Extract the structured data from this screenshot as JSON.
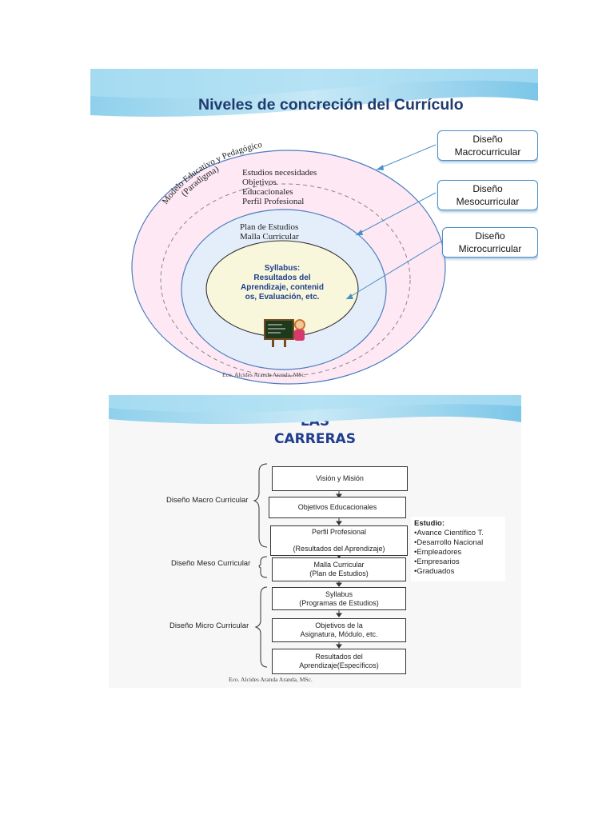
{
  "slide1": {
    "title": "Niveles de concreción del Currículo",
    "arc_label_1": "Modelo Educativo y Pedagógico",
    "arc_label_2": "(Paradigma)",
    "macro_lines": [
      "Estudios necesidades",
      "Objetivos",
      "Educacionales",
      "Perfil Profesional"
    ],
    "meso_lines": [
      "Plan de Estudios",
      "Malla Curricular"
    ],
    "micro_lines": [
      "Syllabus:",
      "Resultados del",
      "Aprendizaje, contenid",
      "os, Evaluación, etc."
    ],
    "callouts": [
      {
        "line1": "Diseño",
        "line2": "Macrocurricular"
      },
      {
        "line1": "Diseño",
        "line2": "Mesocurricular"
      },
      {
        "line1": "Diseño",
        "line2": "Microcurricular"
      }
    ],
    "credit": "Eco. Alcides Aranda Aranda, MSc."
  },
  "slide2": {
    "title_line1": "ASPECTOS CLAVES DEL REDISEÑO CURRICULAR DE LAS",
    "title_line2": "CARRERAS",
    "levels": [
      "Diseño Macro Curricular",
      "Diseño Meso Curricular",
      "Diseño Micro Curricular"
    ],
    "boxes": [
      {
        "line1": "Visión y Misión",
        "line2": ""
      },
      {
        "line1": "Objetivos Educacionales",
        "line2": ""
      },
      {
        "line1": "Perfil Profesional",
        "line2": "(Resultados del Aprendizaje)"
      },
      {
        "line1": "Malla Curricular",
        "line2": "(Plan de Estudios)"
      },
      {
        "line1": "Syllabus",
        "line2": "(Programas de Estudios)"
      },
      {
        "line1": "Objetivos de la",
        "line2": "Asignatura, Módulo, etc."
      },
      {
        "line1": "Resultados del",
        "line2": "Aprendizaje(Específicos)"
      }
    ],
    "estudio": {
      "heading": "Estudio:",
      "items": [
        "Avance Científico T.",
        "Desarrollo Nacional",
        "Empleadores",
        "Empresarios",
        "Graduados"
      ]
    },
    "credit": "Eco. Alcides Aranda Aranda, MSc."
  }
}
